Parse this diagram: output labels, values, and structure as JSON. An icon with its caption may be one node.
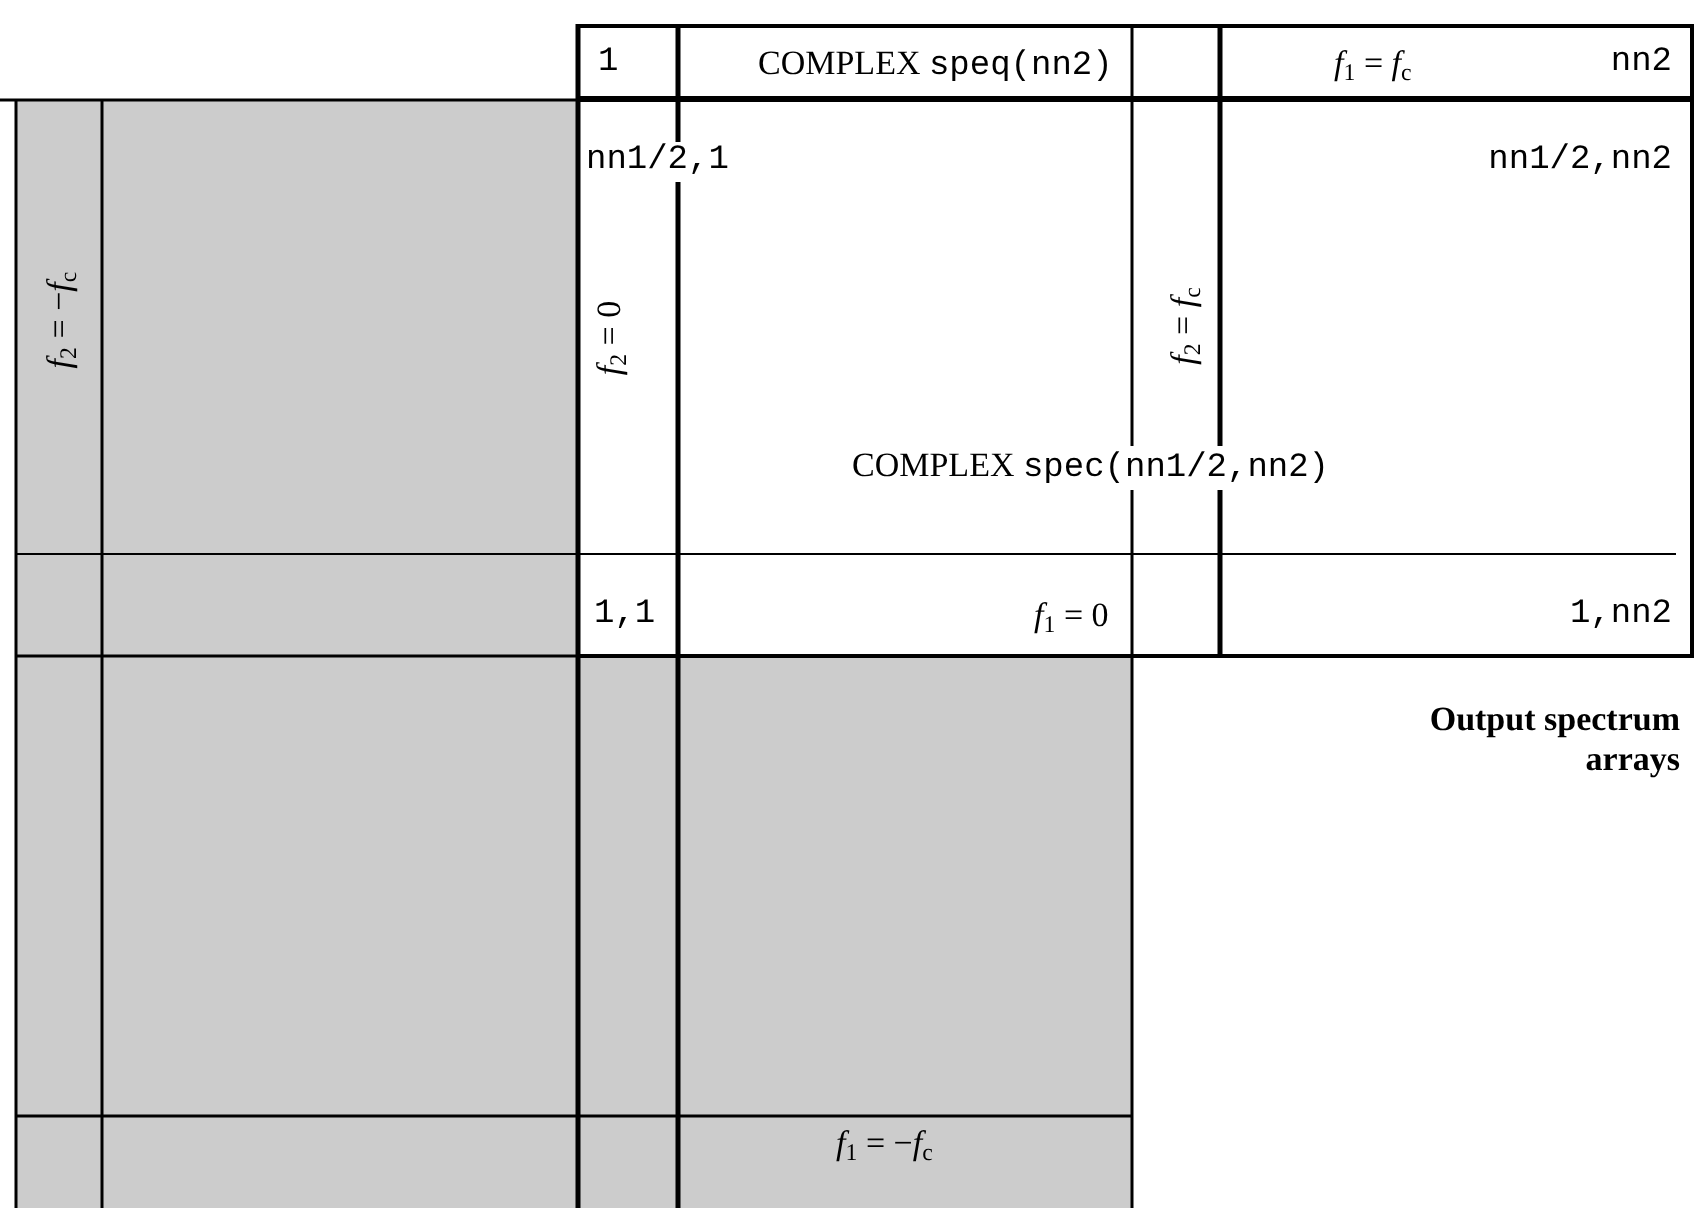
{
  "diagram": {
    "nodes": [
      {
        "text": [
          "1",
          "COMPLEX speq(nn2)",
          "*f*$_{1}$ = *f*$_{c}$",
          "nn2"
        ]
      },
      {
        "text": [
          "nn1/2,1",
          "nn1/2,nn2",
          "*f*$_{2}$ = 0",
          "*f*$_{2}$ = *f*$_{c}$",
          "COMPLEX spec(nn1/2,nn2)",
          "1,1",
          "*f*$_{1}$ = 0",
          "1,nn2"
        ]
      }
    ],
    "labels": [
      "*f*$_{2}$ = −*f*$_{c}$",
      "*f*$_{1}$ = −*f*$_{c}$",
      "Output spectrum arrays"
    ]
  }
}
